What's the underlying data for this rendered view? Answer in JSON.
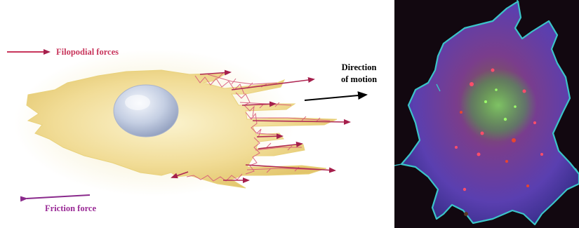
{
  "labels": {
    "filopodial": "Filopodial forces",
    "friction": "Friction force",
    "direction_line1": "Direction",
    "direction_line2": "of motion"
  },
  "colors": {
    "filopodial": "#c8365c",
    "friction": "#9a2a96",
    "direction": "#000000",
    "cell_body": "#f2e3a3",
    "nucleus": "#c9d3e6",
    "micrograph_bg": "#120810"
  },
  "icons": {
    "filopodial_legend": "arrow-right-icon",
    "friction_legend": "arrow-left-icon",
    "direction": "arrow-right-icon"
  }
}
